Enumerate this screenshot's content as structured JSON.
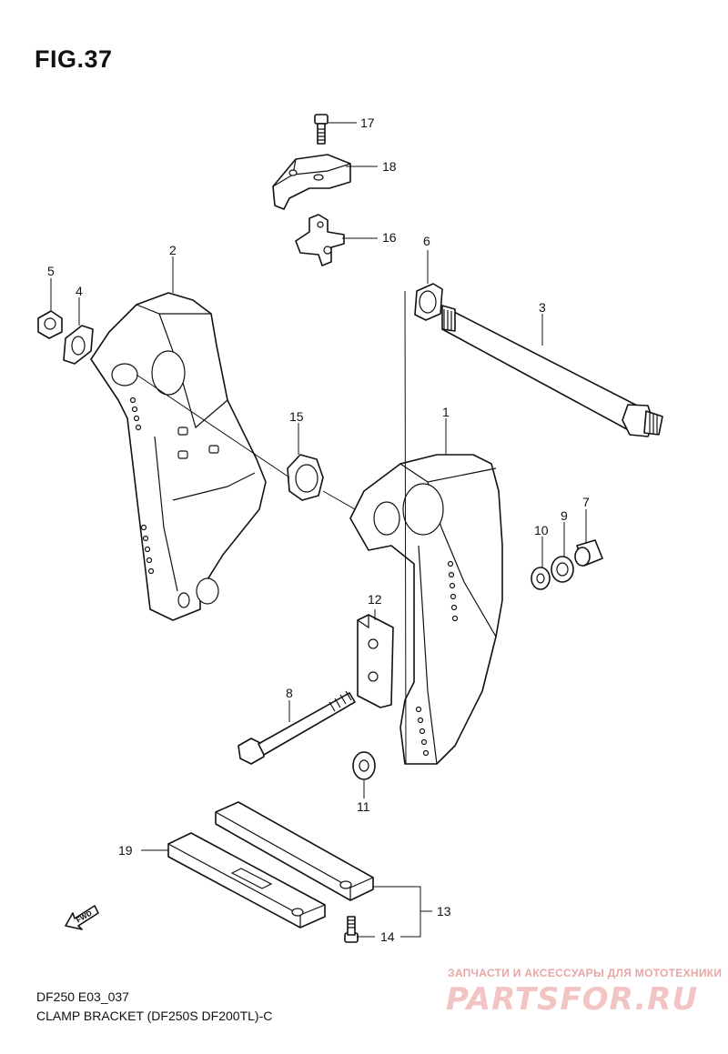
{
  "figure": {
    "title": "FIG.37"
  },
  "callouts": [
    {
      "id": "17",
      "label": "17"
    },
    {
      "id": "18",
      "label": "18"
    },
    {
      "id": "16",
      "label": "16"
    },
    {
      "id": "6",
      "label": "6"
    },
    {
      "id": "3",
      "label": "3"
    },
    {
      "id": "2",
      "label": "2"
    },
    {
      "id": "5",
      "label": "5"
    },
    {
      "id": "4",
      "label": "4"
    },
    {
      "id": "15",
      "label": "15"
    },
    {
      "id": "1",
      "label": "1"
    },
    {
      "id": "10",
      "label": "10"
    },
    {
      "id": "9",
      "label": "9"
    },
    {
      "id": "7",
      "label": "7"
    },
    {
      "id": "12",
      "label": "12"
    },
    {
      "id": "8",
      "label": "8"
    },
    {
      "id": "11",
      "label": "11"
    },
    {
      "id": "19",
      "label": "19"
    },
    {
      "id": "13",
      "label": "13"
    },
    {
      "id": "14",
      "label": "14"
    }
  ],
  "fwd_label": "FWD",
  "footer": {
    "code": "DF250 E03_037",
    "caption": "CLAMP BRACKET (DF250S DF200TL)-C"
  },
  "watermark": {
    "tagline": "ЗАПЧАСТИ И АКСЕССУАРЫ ДЛЯ МОТОТЕХНИКИ",
    "logo": "PARTSFOR.RU"
  }
}
